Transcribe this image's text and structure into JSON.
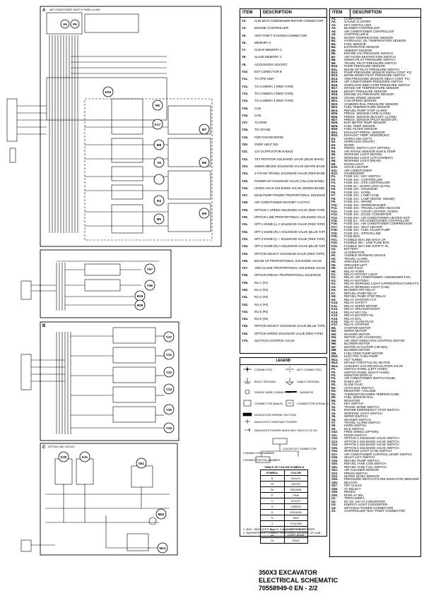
{
  "schematic": {
    "section_a": "A",
    "section_a_caption": "AIR CONDITIONER SWITCH PANEL & UNIT",
    "section_b": "B",
    "section_c": "C",
    "section_c_caption": "OPTION LINE CIRCUIT",
    "connectors": [
      "ES2",
      "R6",
      "K17",
      "M7",
      "M8",
      "M6",
      "A6",
      "R4",
      "B5",
      "M5",
      "Y67",
      "Y66",
      "B34",
      "B28",
      "Y27",
      "Y21",
      "Y22",
      "Y24",
      "Y25",
      "Y26",
      "K30",
      "K31",
      "S61",
      "B62",
      "M14",
      "A5",
      "P6"
    ]
  },
  "table_left": {
    "col_item": "ITEM",
    "col_desc": "DESCRIPTION",
    "rows": [
      {
        "item": "Y3.",
        "desc": "CAB SEAT CONDENSER MOTOR CONNECTOR"
      },
      {
        "item": "Y4.",
        "desc": "ENGINE CONTROLLER"
      },
      {
        "item": "Y5.",
        "desc": "ANTI-THEFT SYSTEM CONNECTOR"
      },
      {
        "item": "Y6.",
        "desc": "MEMORY 2"
      },
      {
        "item": "Y7.",
        "desc": "CLEAR MEMORY 1"
      },
      {
        "item": "Y8.",
        "desc": "SLAVE MEMORY 1"
      },
      {
        "item": "Y9.",
        "desc": "ACCESSORY SOCKET"
      },
      {
        "item": "Y10.",
        "desc": "EST CONECTOR B"
      },
      {
        "item": "Y11.",
        "desc": "TO GPS UNIT"
      },
      {
        "item": "Y12.",
        "desc": "TO CAMERA 1 (RED TAPE)"
      },
      {
        "item": "Y13.",
        "desc": "TO CAMERA 2 (RED TAPE)"
      },
      {
        "item": "Y14.",
        "desc": "TO CAMERA 3 (RED TAPE)"
      },
      {
        "item": "Y15.",
        "desc": "CAN"
      },
      {
        "item": "Y16.",
        "desc": "CAN"
      },
      {
        "item": "Y17.",
        "desc": "TO DRM"
      },
      {
        "item": "Y18.",
        "desc": "TO CRANE"
      },
      {
        "item": "Y19.",
        "desc": "FOR FAN REVERSE"
      },
      {
        "item": "Y20.",
        "desc": "OVER HEAT SW"
      },
      {
        "item": "Y21.",
        "desc": "12V OUTPUT(FOR RADIO)"
      },
      {
        "item": "Y22.",
        "desc": "TILT ROTATOR SOLENOID VALVE (BLUE BAND)"
      },
      {
        "item": "Y23.",
        "desc": "SWING BRAKE SOLENOID VALVE (WHITE BAND)"
      },
      {
        "item": "Y24.",
        "desc": "2-STAGE TRAVEL SOLENOID VALVE (RED BAND)"
      },
      {
        "item": "Y25.",
        "desc": "POWER-UP SOLENOID VALVE (YELLOW BAND)"
      },
      {
        "item": "Y26.",
        "desc": "LEVER LOCK SOLENOID VALVE (GREEN BAND)"
      },
      {
        "item": "Y27.",
        "desc": "MAIN PUMP POWER PROPORTIONAL SOLENOID"
      },
      {
        "item": "Y28.",
        "desc": "AIR CONDITIONER MAGNET CLUTCH"
      },
      {
        "item": "Y29.",
        "desc": "OPTION 1 SPEED SOLENOID VALVE (RED TAPE)"
      },
      {
        "item": "Y30.",
        "desc": "OPTION LINE PROPORTIONAL SOLENOID VALVE"
      },
      {
        "item": "Y31.",
        "desc": "OPT.1 KNOB (L) A SOLENOID VALVE (RED TAPE)"
      },
      {
        "item": "Y32.",
        "desc": "OPT.1 KNOB (R) A SOLENOID VALVE (BLUE TAPE)"
      },
      {
        "item": "Y33.",
        "desc": "OPT.2 KNOB (L) + SOLENOID VALVE (RED TAPE)"
      },
      {
        "item": "Y34.",
        "desc": "OPT.2 KNOB (R) A SOLENOID VALVE (BLUE TAPE)"
      },
      {
        "item": "Y35.",
        "desc": "OPTION SELECT SOLENOID VALVE (RED TAPE)"
      },
      {
        "item": "Y36.",
        "desc": "BOOM UP PROPORTIONAL SOLENOID VALVE"
      },
      {
        "item": "Y37.",
        "desc": "ARM CLOSE PROPORTIONAL SOLENOID VALVE"
      },
      {
        "item": "Y38.",
        "desc": "OPTION PRESS. PROPORTIONAL SOLENOID"
      },
      {
        "item": "Y39.",
        "desc": "INJ.1 (#1)"
      },
      {
        "item": "Y40.",
        "desc": "INJ.2 (#2)"
      },
      {
        "item": "Y41.",
        "desc": "INJ.3 (#3)"
      },
      {
        "item": "Y42.",
        "desc": "INJ.4 (#4)"
      },
      {
        "item": "Y43.",
        "desc": "INJ.5 (#5)"
      },
      {
        "item": "Y44.",
        "desc": "INJ.6 (#6)"
      },
      {
        "item": "Y45.",
        "desc": "OPTION SELECT SOLENOID VALVE (BLUE TAPE)"
      },
      {
        "item": "Y46.",
        "desc": "OPTION SPEED SOLENOID VALVE (RED TAPE)"
      },
      {
        "item": "Y75.",
        "desc": "SUCTION CONTROL VALVE"
      }
    ]
  },
  "table_right": {
    "col_item": "ITEM",
    "col_desc": "DESCRIPTION",
    "rows": [
      {
        "item": "A1.",
        "desc": "COMPUTER"
      },
      {
        "item": "A2.",
        "desc": "GAUGE CLUSTER"
      },
      {
        "item": "A3.",
        "desc": "KEY SWITCH UNIT"
      },
      {
        "item": "A4.",
        "desc": "BLOWER CONTROLLER"
      },
      {
        "item": "A5.",
        "desc": "AIR CONDITIONER CONTROLLER"
      },
      {
        "item": "A6.",
        "desc": "CONTROLLER B"
      },
      {
        "item": "B1.",
        "desc": "WATER TEMPERATURE SENSOR"
      },
      {
        "item": "B2.",
        "desc": "HYDRAULIC OIL TEMPERATURE SENSOR"
      },
      {
        "item": "B3.",
        "desc": "FUEL SENSOR"
      },
      {
        "item": "B4.",
        "desc": "EVAPORATOR SENSOR"
      },
      {
        "item": "B5.",
        "desc": "AMBIENT SENSOR"
      },
      {
        "item": "B6.",
        "desc": "ENGINE OIL PRESSURE SWITCH"
      },
      {
        "item": "B7.",
        "desc": "AIR FILTER RESTRICTION SWITCH"
      },
      {
        "item": "B8.",
        "desc": "SWING PILOT PRESSURE SWITCH"
      },
      {
        "item": "B9.",
        "desc": "TRAVEL PILOT PRESSURE SWITCH"
      },
      {
        "item": "B10.",
        "desc": "PUMP PRESSURE SENSOR"
      },
      {
        "item": "B11.",
        "desc": "BOOM UP PILOT PRESSURE SWITCH"
      },
      {
        "item": "B12.",
        "desc": "PUMP PRESSURE SENSOR (NEGA-CONT. P2)"
      },
      {
        "item": "B13.",
        "desc": "BOOM DOWN PILOT PRESSURE SWITCH"
      },
      {
        "item": "B14.",
        "desc": "ARM PRESSURE SENSOR (NEGA-CONT. P1)"
      },
      {
        "item": "B15.",
        "desc": "AIR CONDITIONER PRESSURE SWITCH"
      },
      {
        "item": "B16.",
        "desc": "OVERLOAD INDICATOR PRESSURE SWITCH"
      },
      {
        "item": "B17.",
        "desc": "INTAKE AIR TEMPERATURE SENSOR"
      },
      {
        "item": "B18.",
        "desc": "BOOST PRESSURE SENSOR"
      },
      {
        "item": "B19.",
        "desc": "ENGINE OIL PRESSURE SENSOR"
      },
      {
        "item": "B20.",
        "desc": "CRANK SPEED SENSOR"
      },
      {
        "item": "B21.",
        "desc": "CAM SPEED SENSOR"
      },
      {
        "item": "B22.",
        "desc": "COMMON RAIL PRESSURE SENSOR"
      },
      {
        "item": "B23.",
        "desc": "FUEL TEMPERATURE SENSOR"
      },
      {
        "item": "B24.",
        "desc": "REFUEL PUMP STOP ALARM"
      },
      {
        "item": "B25.",
        "desc": "PRESS. SENSOR (ARM CLOSE)"
      },
      {
        "item": "B26.",
        "desc": "PRESS. SENSOR (BUCKET CLOSE)"
      },
      {
        "item": "B27.",
        "desc": "PRESS. SENSOR (PILOT BOOM UP)"
      },
      {
        "item": "B28.",
        "desc": "EGR METER TEMP SENSOR"
      },
      {
        "item": "B29.",
        "desc": "FUEL TEMP SENSOR"
      },
      {
        "item": "B30.",
        "desc": "FUEL FILTER SENSOR"
      },
      {
        "item": "B31.",
        "desc": "EXHAUST PRESS. SENSOR"
      },
      {
        "item": "B32.",
        "desc": "EXHAUST TEMP. SENSOR(INT)"
      },
      {
        "item": "E1.",
        "desc": "HORN LOW (LEFT)"
      },
      {
        "item": "E2.",
        "desc": "HORN HIGH (RIGHT)"
      },
      {
        "item": "E3.",
        "desc": "DIODE"
      },
      {
        "item": "E4.",
        "desc": "PRESS. SWITCH (1ST OPTION)"
      },
      {
        "item": "E5.",
        "desc": "AIR INTAKE SENSOR HUM & TEMP"
      },
      {
        "item": "E6.",
        "desc": "WORKING LIGHT (BOOM)"
      },
      {
        "item": "E7.",
        "desc": "WORKING LIGHT (ATTACHMENT)"
      },
      {
        "item": "E8.",
        "desc": "WORKING LIGHT (REAR)"
      },
      {
        "item": "E9.",
        "desc": "ROOM LIGHT"
      },
      {
        "item": "E10.",
        "desc": "CIGAR LIGHTER"
      },
      {
        "item": "E11.",
        "desc": "AIR CONDITIONER"
      },
      {
        "item": "E12.",
        "desc": "CONDENSER"
      },
      {
        "item": "F1.",
        "desc": "FUSE 10A : KEY SWITCH"
      },
      {
        "item": "F2.",
        "desc": "FUSE 10A : CONTROLLER"
      },
      {
        "item": "F3.",
        "desc": "FUSE 10A : GPS CONTROLLER"
      },
      {
        "item": "F4.",
        "desc": "FUSE 5A : LEVER LOCK (GATE)"
      },
      {
        "item": "F5.",
        "desc": "FUSE 10A : SOLENOID"
      },
      {
        "item": "F6.",
        "desc": "FUSE 10A : HORN"
      },
      {
        "item": "F7.",
        "desc": "FUSE 10A : LAMP (CAB)"
      },
      {
        "item": "F8.",
        "desc": "FUSE 10A : LAMP (BOOM, HOUSE)"
      },
      {
        "item": "F9.",
        "desc": "FUSE 10A : SPARE"
      },
      {
        "item": "F10.",
        "desc": "FUSE 10A : WIPER/WASHER"
      },
      {
        "item": "F11.",
        "desc": "FUSE 10A : TRAVEL ALARM / BEACON"
      },
      {
        "item": "F12.",
        "desc": "FUSE 10A : CIGAR LIGHTER / RADIO"
      },
      {
        "item": "F13.",
        "desc": "FUSE 10A : DC/DC CONVERTER"
      },
      {
        "item": "F14.",
        "desc": "FUSE 20A : AIR CONDITIONER HEATER UNIT"
      },
      {
        "item": "F15.",
        "desc": "FUSE 5A : AIR CONDITIONER CONTROLLER"
      },
      {
        "item": "F16.",
        "desc": "FUSE 10A : AIR CONDITIONER COMPRESSOR"
      },
      {
        "item": "F17.",
        "desc": "FUSE 10A : SEAT HEATER"
      },
      {
        "item": "F18.",
        "desc": "FUSE 10A : FUEL FILLER PUMP"
      },
      {
        "item": "F19.",
        "desc": "FUSE 10A : OPTION LINE"
      },
      {
        "item": "F20.",
        "desc": "FUSE BOX"
      },
      {
        "item": "F21.",
        "desc": "FUSIBLE 65A LINK BACK UP"
      },
      {
        "item": "F22.",
        "desc": "FUSIBLE 65A : LINK FUSE BOX"
      },
      {
        "item": "F23.",
        "desc": "FUSIBLE 40A LINK SAFETY RL"
      },
      {
        "item": "G1.",
        "desc": "BATTERY"
      },
      {
        "item": "G2.",
        "desc": "ALTERNATOR"
      },
      {
        "item": "H1.",
        "desc": "AUDIBLE WARNING DEVICE"
      },
      {
        "item": "H2.",
        "desc": "TRAVEL ALARM"
      },
      {
        "item": "H3.",
        "desc": "SPEAKER RIGHT"
      },
      {
        "item": "H4.",
        "desc": "SPEAKER LEFT"
      },
      {
        "item": "H5.",
        "desc": "GLOW PLUG"
      },
      {
        "item": "H6.",
        "desc": "RELAY HORN"
      },
      {
        "item": "K1.",
        "desc": "RELAY ROTARY LIGHT"
      },
      {
        "item": "K2.",
        "desc": "RELAY AIR CONDITIONER CONDENSER FAN"
      },
      {
        "item": "K3.",
        "desc": "RELAY BATTERY"
      },
      {
        "item": "K4.",
        "desc": "RELAY WORKING LIGHT (UPPERSTRUCTURE/ATTACHMENT)"
      },
      {
        "item": "K5.",
        "desc": "RELAY WORKING LIGHT (CAB)"
      },
      {
        "item": "K6.",
        "desc": "BLOWER OFF RELAY"
      },
      {
        "item": "K7.",
        "desc": "REFUEL PUMP RELAY"
      },
      {
        "item": "K8.",
        "desc": "REFUEL PUMP STOP RELAY"
      },
      {
        "item": "K9.",
        "desc": "RELAY STARTER CUT"
      },
      {
        "item": "K10.",
        "desc": "RELAY SAFETY"
      },
      {
        "item": "K11.",
        "desc": "RELAY WIPER MOTOR"
      },
      {
        "item": "K12.",
        "desc": "RELAY SPEAKER RIGHT"
      },
      {
        "item": "K13.",
        "desc": "RELAY KEY ON"
      },
      {
        "item": "K14.",
        "desc": "RELAY BATTERY RL"
      },
      {
        "item": "K15.",
        "desc": "RELAY ECU"
      },
      {
        "item": "K16.",
        "desc": "RELAY GLOW PLUG"
      },
      {
        "item": "K17.",
        "desc": "RELAY STARTER"
      },
      {
        "item": "M1.",
        "desc": "STARTER MOTOR"
      },
      {
        "item": "M2.",
        "desc": "WIPER MOTOR"
      },
      {
        "item": "M3.",
        "desc": "WASHER MOTOR"
      },
      {
        "item": "M4.",
        "desc": "MOTOR (AIR CHANGING)"
      },
      {
        "item": "M5.",
        "desc": "AIR VENT DIRECTION CONTROL MOTOR"
      },
      {
        "item": "M6.",
        "desc": "BLOWER MOTOR"
      },
      {
        "item": "M7.",
        "desc": "MOTOR ACTUATOR (AIR MIX)"
      },
      {
        "item": "M8.",
        "desc": "BLOWER MOTOR"
      },
      {
        "item": "M9.",
        "desc": "FUEL FEED PUMP MOTOR"
      },
      {
        "item": "M10.",
        "desc": "ELECTRIC FUEL PUMP"
      },
      {
        "item": "M11.",
        "desc": "VGT TURBO"
      },
      {
        "item": "M12.",
        "desc": "INTAKE THROTTLE DC MOTOR"
      },
      {
        "item": "M13.",
        "desc": "CONVERT GAS RECIRCULATION VALVE"
      },
      {
        "item": "P1.",
        "desc": "SWITCH PANEL (LEFT HAND)"
      },
      {
        "item": "P2.",
        "desc": "SWITCH PANEL (RIGHT HAND)"
      },
      {
        "item": "P3.",
        "desc": "MONITOR DISPLAY"
      },
      {
        "item": "P4.",
        "desc": "AIR CONDITIONER SWITCH PANEL"
      },
      {
        "item": "P5.",
        "desc": "RADIO SET"
      },
      {
        "item": "R1.",
        "desc": "GLOW PLUG"
      },
      {
        "item": "R2.",
        "desc": "AUTO IDLE SWITCH"
      },
      {
        "item": "R3.",
        "desc": "RESISTOR / VOLUME"
      },
      {
        "item": "R4.",
        "desc": "THERMISTOR INNER TEMPERATURE"
      },
      {
        "item": "R5.",
        "desc": "FUEL SENSOR DIAL"
      },
      {
        "item": "R6.",
        "desc": "RESISTOR"
      },
      {
        "item": "S1.",
        "desc": "KEY SWITCH"
      },
      {
        "item": "S2.",
        "desc": "TRAVEL MODE SWITCH"
      },
      {
        "item": "S3.",
        "desc": "ENGINE EMERGENCY STOP SWITCH"
      },
      {
        "item": "S4.",
        "desc": "WORKING LIGHT SWITCH"
      },
      {
        "item": "S5.",
        "desc": "WIPER SWITCH"
      },
      {
        "item": "S6.",
        "desc": "WASHER SWITCH"
      },
      {
        "item": "S7.",
        "desc": "TRAVEL ALARM SWITCH"
      },
      {
        "item": "S8.",
        "desc": "HORN SWITCH"
      },
      {
        "item": "S9.",
        "desc": "IDLE SWITCH"
      },
      {
        "item": "S10.",
        "desc": "FREE SWING (OPTION)"
      },
      {
        "item": "S11.",
        "desc": "DOOR SWITCH"
      },
      {
        "item": "S12.",
        "desc": "OPTION 1 SOLENOID VALVE SWITCH"
      },
      {
        "item": "S13.",
        "desc": "OPTION 2 SOLENOID VALVE SWITCH"
      },
      {
        "item": "S14.",
        "desc": "OPTION 3 SOLENOID VALVE SWITCH"
      },
      {
        "item": "S15.",
        "desc": "OPTION 4 SOLENOID VALVE SWITCH"
      },
      {
        "item": "S16.",
        "desc": "WORKING LIGHT (CAB) SWITCH"
      },
      {
        "item": "S17.",
        "desc": "AIR CONDITIONER CONTROL LEVER SWITCH"
      },
      {
        "item": "S18.",
        "desc": "HEAVY LIFT SWITCH"
      },
      {
        "item": "S19.",
        "desc": "REFUEL PUMP SWITCH"
      },
      {
        "item": "S20.",
        "desc": "REFUEL TANK LOW SWITCH"
      },
      {
        "item": "S21.",
        "desc": "REFUEL TANK FULL SWITCH"
      },
      {
        "item": "S22.",
        "desc": "AIR CLEANER SENSOR"
      },
      {
        "item": "S23.",
        "desc": "PRESS SWITCH"
      },
      {
        "item": "S24.",
        "desc": "WATER LEVEL SENSOR"
      },
      {
        "item": "S25.",
        "desc": "PRESSURE SWITCH FILTER INDICATOR (BREAKER OPTION)"
      },
      {
        "item": "S26.",
        "desc": "BEACON"
      },
      {
        "item": "S27.",
        "desc": "OFF CLEAN"
      },
      {
        "item": "S28.",
        "desc": "AT SELECT"
      },
      {
        "item": "S29.",
        "desc": "REGEN"
      },
      {
        "item": "S30.",
        "desc": "DISPLAY SEL"
      },
      {
        "item": "U1.",
        "desc": "TRIPCAMERA"
      },
      {
        "item": "U2.",
        "desc": "DC-DC 24V-12 CONVERTER"
      },
      {
        "item": "U3.",
        "desc": "ENERGY LIGHT CONVERTER"
      },
      {
        "item": "U4.",
        "desc": "OPTIONAL POWER CONNECTOR"
      },
      {
        "item": "X1.",
        "desc": "CONTROLLER TEST POINT CONNECTOR"
      }
    ]
  },
  "legend": {
    "title": "LEGEND",
    "items": [
      {
        "label": "CONNECTED"
      },
      {
        "label": "NOT CONNECTED"
      },
      {
        "label": "BODY GROUND"
      },
      {
        "label": "CABLE GROUND"
      },
      {
        "label": "SINGLE WIRE CONNECTOR"
      },
      {
        "label": "HARNESS"
      },
      {
        "label": "CONNECTOR (MALE)"
      },
      {
        "label": "CONNECTOR (FEMALE)"
      },
      {
        "label": "INSULATION SHRINK SECTION"
      },
      {
        "label": "INDICATES CONSTANT POWER"
      },
      {
        "label": "INDICATES POWER WHEN KEY SWITCH IS ON"
      }
    ],
    "connector_number": "CONNECTOR NUMBER",
    "color_of_connector": "COLOR OF CONNECTOR",
    "connector_pin_number": "CONNECTOR PIN NUMBER",
    "color_table_title": "TABLE OF COLOR SYMBOLS",
    "color_header_symbol": "SYMBOL",
    "color_header_color": "COLOR",
    "colors": [
      {
        "sym": "B",
        "name": "BLACK"
      },
      {
        "sym": "W",
        "name": "WHITE"
      },
      {
        "sym": "Br",
        "name": "BROWN"
      },
      {
        "sym": "P",
        "name": "PINK"
      },
      {
        "sym": "V",
        "name": "VIOLET"
      },
      {
        "sym": "G",
        "name": "GREEN"
      },
      {
        "sym": "O",
        "name": "ORANGE"
      },
      {
        "sym": "R",
        "name": "RED"
      },
      {
        "sym": "Y",
        "name": "YELLOW"
      },
      {
        "sym": "Lg",
        "name": "LIGHT GREEN"
      },
      {
        "sym": "Lb",
        "name": "LIGHT BLUE"
      },
      {
        "sym": "Gr",
        "name": "GRAY"
      }
    ],
    "notes": [
      "1. B/W : INDICATES BLACK CABLE WITH RED STRIPE.",
      "2. WATERPROOF CONNECTORS USED OUTSIDE OF CAB."
    ]
  },
  "title_block": {
    "line1": "350X3  EXCAVATOR",
    "line2": "ELECTRICAL SCHEMATIC",
    "line3": "70558949-0 EN - 2/2"
  }
}
